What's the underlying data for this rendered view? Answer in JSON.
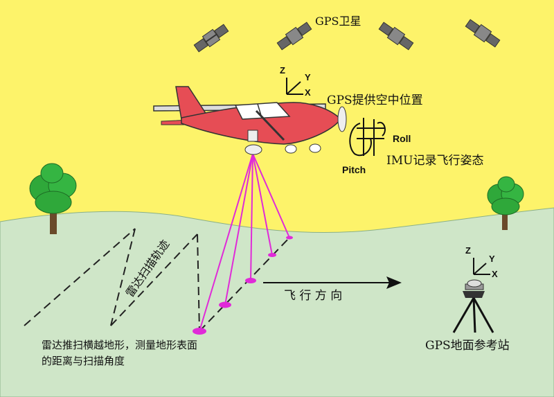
{
  "labels": {
    "gps_satellite": "GPS卫星",
    "gps_position": "GPS提供空中位置",
    "imu": "IMU记录飞行姿态",
    "roll": "Roll",
    "pitch": "Pitch",
    "scan_track": "雷达扫描轨迹",
    "flight_direction": "飞 行 方 向",
    "radar_text_line1": "雷达推扫横越地形，测量地形表面",
    "radar_text_line2": "的距离与扫描角度",
    "ground_station": "GPS地面参考站"
  },
  "axes_aircraft": {
    "z": "Z",
    "y": "Y",
    "x": "X"
  },
  "axes_station": {
    "z": "Z",
    "y": "Y",
    "x": "X"
  },
  "colors": {
    "sky": "#fdf36a",
    "ground": "#cfe6c8",
    "laser": "#e02ad8",
    "plane": "#e64d55",
    "tree": "#2fa83a",
    "trunk": "#6a4a2a"
  }
}
